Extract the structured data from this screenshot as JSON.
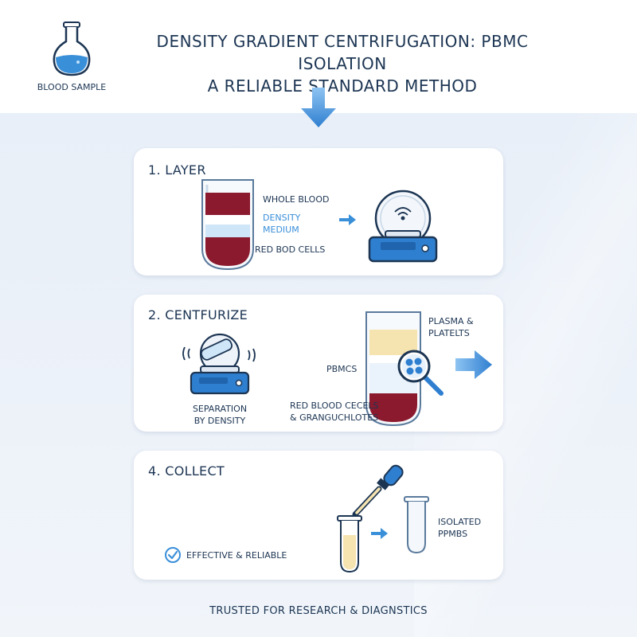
{
  "header": {
    "title_line1": "DENSITY GRADIENT CENTRIFUGATION: PBMC ISOLATION",
    "title_line2": "A RELIABLE STANDARD METHOD",
    "sample_label": "BLOOD SAMPLE"
  },
  "steps": [
    {
      "title": "1. LAYER",
      "labels": {
        "whole_blood": "WHOLE BLOOD",
        "density_medium_1": "DENSITY",
        "density_medium_2": "MEDIUM",
        "rbc": "RED BOD CELLS"
      }
    },
    {
      "title": "2. CENTFURIZE",
      "labels": {
        "separation_1": "SEPARATION",
        "separation_2": "BY DENSITY",
        "plasma_1": "PLASMA &",
        "plasma_2": "PLATELTS",
        "pbmcs": "PBMCS",
        "rbc_1": "RED BLOOD CECELS",
        "rbc_2": "& GRANGUCHLOTES"
      }
    },
    {
      "title": "4. COLLECT",
      "labels": {
        "isolated_1": "ISOLATED",
        "isolated_2": "PPMBS",
        "effective": "EFFECTIVE & RELIABLE"
      }
    }
  ],
  "footer": "TRUSTED FOR RESEARCH & DIAGNSTICS",
  "colors": {
    "navy": "#1c3553",
    "accent_blue": "#3a8fd9",
    "blood_red": "#8b1a2e",
    "plasma_yellow": "#f5e3b0",
    "device_blue": "#2f7fd0"
  }
}
